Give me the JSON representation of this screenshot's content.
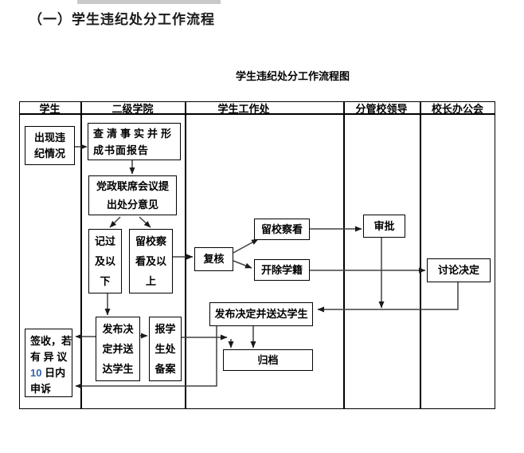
{
  "page": {
    "heading": "（一）学生违纪处分工作流程",
    "chart_title": "学生违纪处分工作流程图"
  },
  "columns": [
    "学生",
    "二级学院",
    "学生工作处",
    "分管校领导",
    "校长办公会"
  ],
  "boxes": {
    "violation": {
      "l1": "出现违",
      "l2": "纪情况"
    },
    "investigate": {
      "l1": "查清事实并形",
      "l2": "成书面报告"
    },
    "meeting": {
      "l1": "党政联席会议提",
      "l2": "出处分意见"
    },
    "demerit": {
      "l1": "记过",
      "l2": "及以",
      "l3": "下"
    },
    "probation_above": {
      "l1": "留校察",
      "l2": "看及以",
      "l3": "上"
    },
    "review": {
      "l1": "复核"
    },
    "probation": {
      "l1": "留校察看"
    },
    "expel": {
      "l1": "开除学籍"
    },
    "approve": {
      "l1": "审批"
    },
    "discuss": {
      "l1": "讨论决定"
    },
    "announce_line": {
      "l1": "发布决定并送达学生"
    },
    "archive": {
      "l1": "归档"
    },
    "announce": {
      "l1": "发布决",
      "l2": "定并送",
      "l3": "达学生"
    },
    "report": {
      "l1": "报学",
      "l2": "生处",
      "l3": "备案"
    },
    "sign": {
      "l1": "签收，若",
      "l2": "有 异 议",
      "l3_num": "10",
      "l3_rest": " 日内",
      "l4": "申诉"
    }
  },
  "colors": {
    "connector_line": "#404040",
    "arrowhead": "#1a1a1a",
    "box_border": "#000000",
    "blue_number": "#3665a9",
    "top_bar": "#c9c9c9"
  }
}
